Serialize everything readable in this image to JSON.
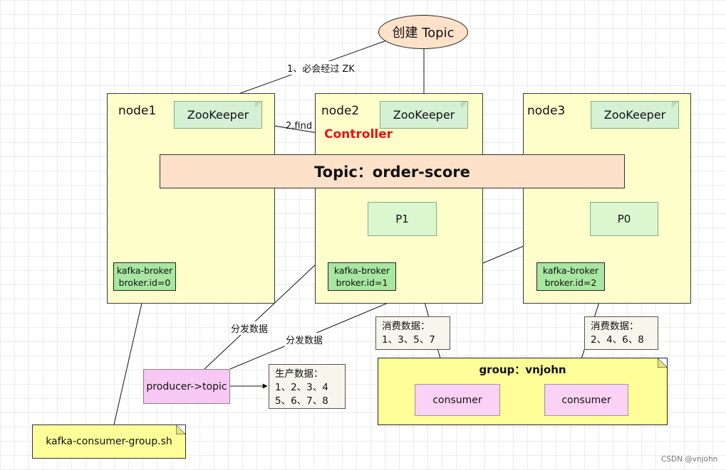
{
  "create_topic": "创建 Topic",
  "nodes": [
    {
      "label": "node1",
      "zk": "ZooKeeper",
      "broker": [
        "kafka-broker",
        "broker.id=0"
      ]
    },
    {
      "label": "node2",
      "zk": "ZooKeeper",
      "broker": [
        "kafka-broker",
        "broker.id=1"
      ],
      "partition": "P1"
    },
    {
      "label": "node3",
      "zk": "ZooKeeper",
      "broker": [
        "kafka-broker",
        "broker.id=2"
      ],
      "partition": "P0"
    }
  ],
  "controller": "Controller",
  "topic": "Topic：order-score",
  "edge_labels": {
    "zk_access": "1、必会经过 ZK",
    "find": "2.find",
    "dispatch_1": "分发数据",
    "dispatch_2": "分发数据"
  },
  "notes": {
    "consume_p1": "消费数据：\n1、3、5、7",
    "consume_p0": "消费数据：\n2、4、6、8",
    "produce": "生产数据：\n1、2、3、4\n5、6、7、8"
  },
  "producer": "producer->topic",
  "group": {
    "title": "group：vnjohn",
    "consumers": [
      "consumer",
      "consumer"
    ]
  },
  "script": "kafka-consumer-group.sh",
  "watermark": "CSDN @vnjohn"
}
